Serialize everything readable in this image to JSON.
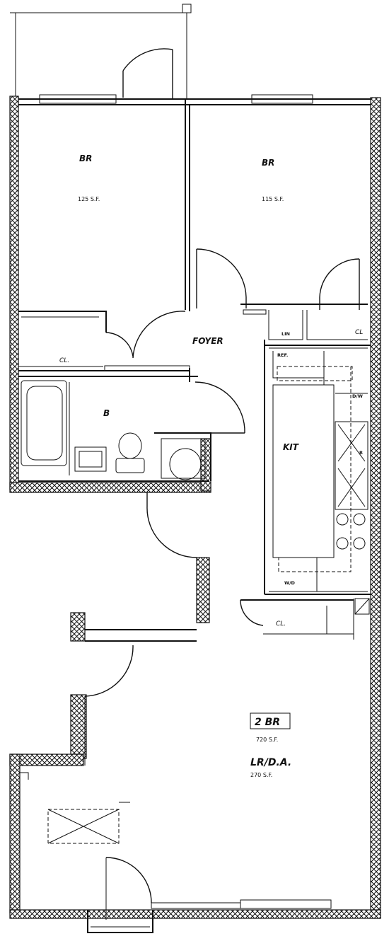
{
  "plan": {
    "rooms": {
      "bedroom_left": {
        "label": "BR",
        "area": "125 S.F."
      },
      "bedroom_right": {
        "label": "BR",
        "area": "115 S.F."
      },
      "foyer": {
        "label": "FOYER"
      },
      "bath": {
        "label": "B"
      },
      "kitchen": {
        "label": "KIT"
      },
      "living_dining": {
        "label": "LR/D.A.",
        "area": "270 S.F.",
        "tag": "2 BR",
        "tag_area": "720 S.F."
      }
    },
    "closets": {
      "left_bedroom_closet": "CL.",
      "right_bedroom_closet": "CL",
      "lin_closet": "LIN",
      "living_closet": "CL."
    },
    "fixtures": {
      "refrigerator": "REF.",
      "dishwasher": "D/W",
      "range": "R",
      "washer_dryer": "W/D"
    }
  }
}
